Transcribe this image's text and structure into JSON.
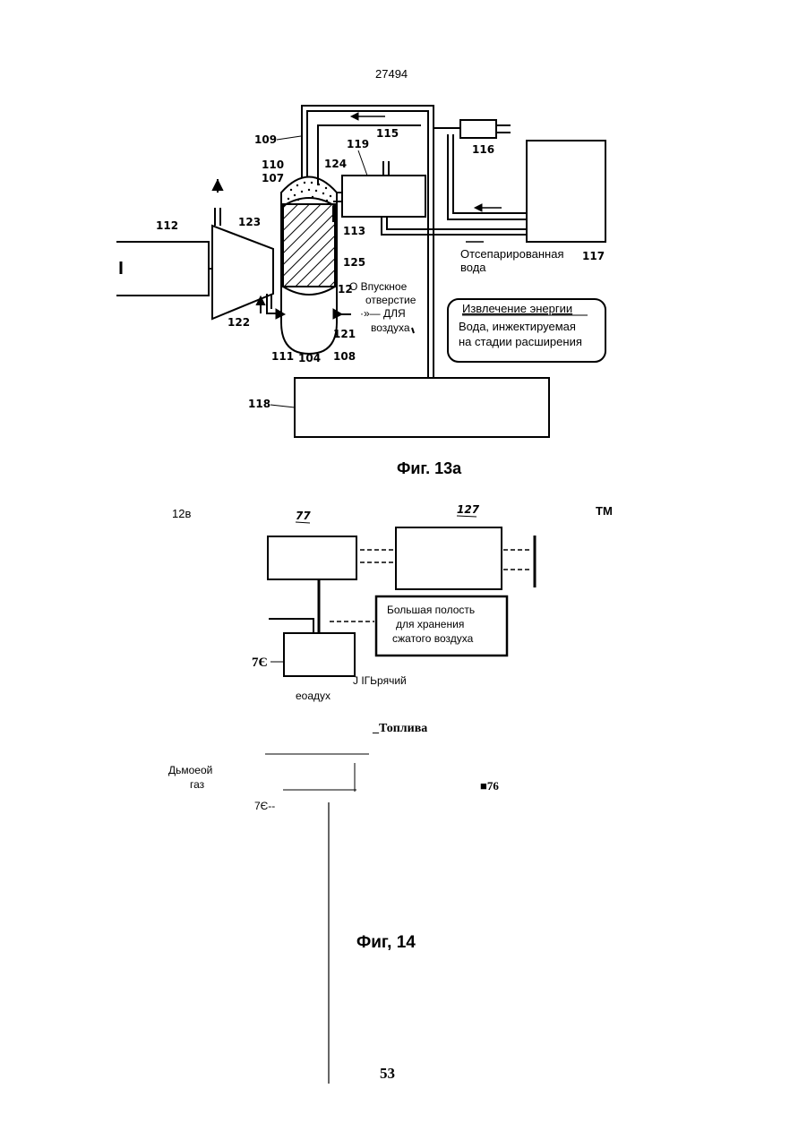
{
  "header": {
    "page_code": "27494"
  },
  "fig13a": {
    "caption": "Фиг. 13а",
    "refs": {
      "r109": "109",
      "r115": "115",
      "r116": "116",
      "r119": "119",
      "r110": "110",
      "r124": "124",
      "r107": "107",
      "r112": "112",
      "r123": "123",
      "r113": "113",
      "r125": "125",
      "r117": "117",
      "r12": "12",
      "r122": "122",
      "r121": "121",
      "r111": "111",
      "r104": "104",
      "r108": "108",
      "r118": "118"
    },
    "separated_water": [
      "Отсепарированная",
      "вода"
    ],
    "air_inlet": [
      "О Впускное",
      "отверстие",
      "·»— ДЛЯ",
      "воздуха"
    ],
    "energy_box": {
      "title": "Извлечение энергии",
      "line1": "Вода, инжектируемая",
      "line2": "на стадии расширения"
    }
  },
  "fig14": {
    "caption": "Фиг, 14",
    "label_12b": "12в",
    "label_tm": "ТМ",
    "ref77": "77",
    "ref127": "127",
    "ref7e": "7Є",
    "storage": [
      "Большая полость",
      "для хранения",
      "сжатого воздуха"
    ],
    "hot_air": "J   ІГЬрячий",
    "air": "еоадух",
    "fuel": "_Топлива",
    "flue_gas": [
      "Дьмоеой",
      "газ"
    ],
    "ref7e_dash": "7Є--",
    "ref76": "■76"
  },
  "footer": {
    "page_number": "53"
  }
}
